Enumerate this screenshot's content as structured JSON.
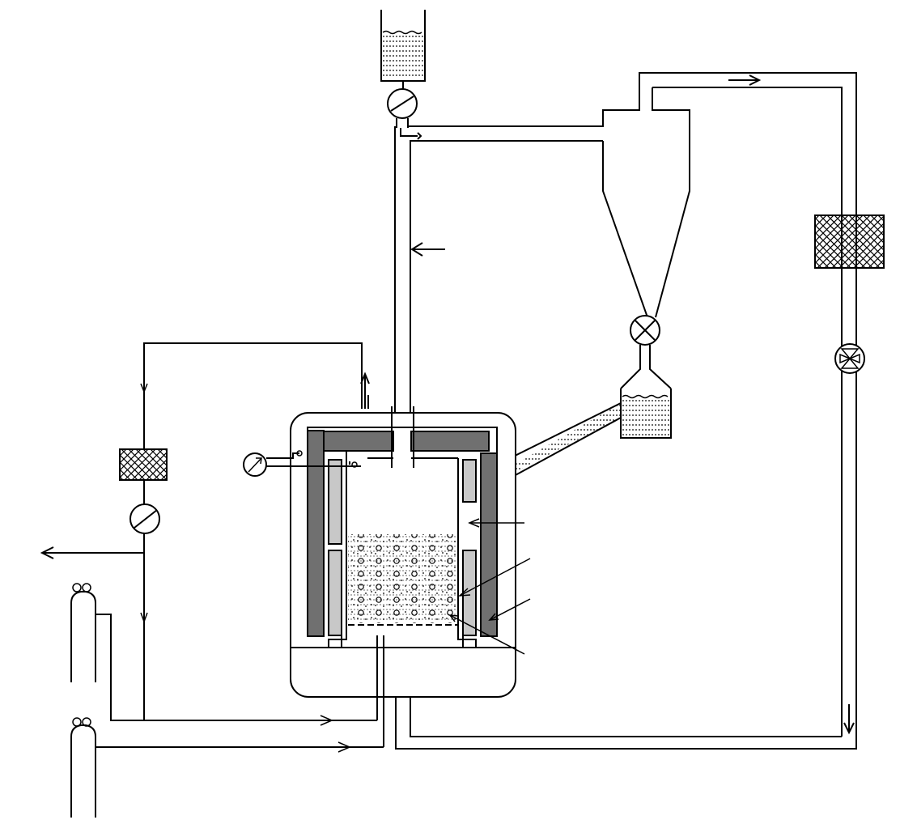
{
  "diagram": {
    "components": [
      {
        "name": "reactor-vessel"
      },
      {
        "name": "outer-heater"
      },
      {
        "name": "inner-heater"
      },
      {
        "name": "fluidized-bed"
      },
      {
        "name": "distributor-plate"
      },
      {
        "name": "cyclone-separator"
      },
      {
        "name": "rotary-valve"
      },
      {
        "name": "product-collector"
      },
      {
        "name": "feed-hopper"
      },
      {
        "name": "feed-valve"
      },
      {
        "name": "riser-tube"
      },
      {
        "name": "recycle-filter"
      },
      {
        "name": "recycle-fan"
      },
      {
        "name": "left-filter"
      },
      {
        "name": "left-pump"
      },
      {
        "name": "pressure-gauge"
      },
      {
        "name": "gas-cylinder-1"
      },
      {
        "name": "gas-cylinder-2"
      }
    ],
    "colors": {
      "line": "#000000",
      "heater_dark": "#707070",
      "heater_light": "#c8c8c8",
      "background": "#ffffff"
    }
  }
}
